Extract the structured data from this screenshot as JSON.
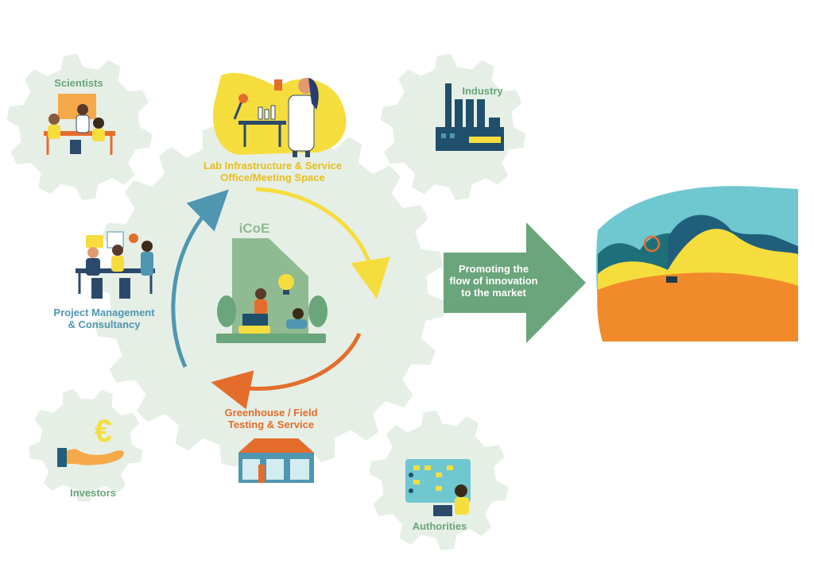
{
  "labels": {
    "scientists": "Scientists",
    "industry": "Industry",
    "lab_line1": "Lab Infrastructure & Service",
    "lab_line2": "Office/Meeting Space",
    "icoe": "iCoE",
    "pm_line1": "Project Management",
    "pm_line2": "& Consultancy",
    "greenhouse_line1": "Greenhouse / Field",
    "greenhouse_line2": "Testing & Service",
    "investors": "Investors",
    "authorities": "Authorities",
    "euro_symbol": "€"
  },
  "arrow": {
    "line1": "Promoting the",
    "line2": "flow of innovation",
    "line3": "to the market"
  },
  "colors": {
    "gear": "#e6efe6",
    "green_text": "#6aa57b",
    "yellow": "#f6dd3e",
    "blue": "#4f96b1",
    "orange": "#e56d2c",
    "arrow": "#6aa57b",
    "building": "#8fba92"
  }
}
